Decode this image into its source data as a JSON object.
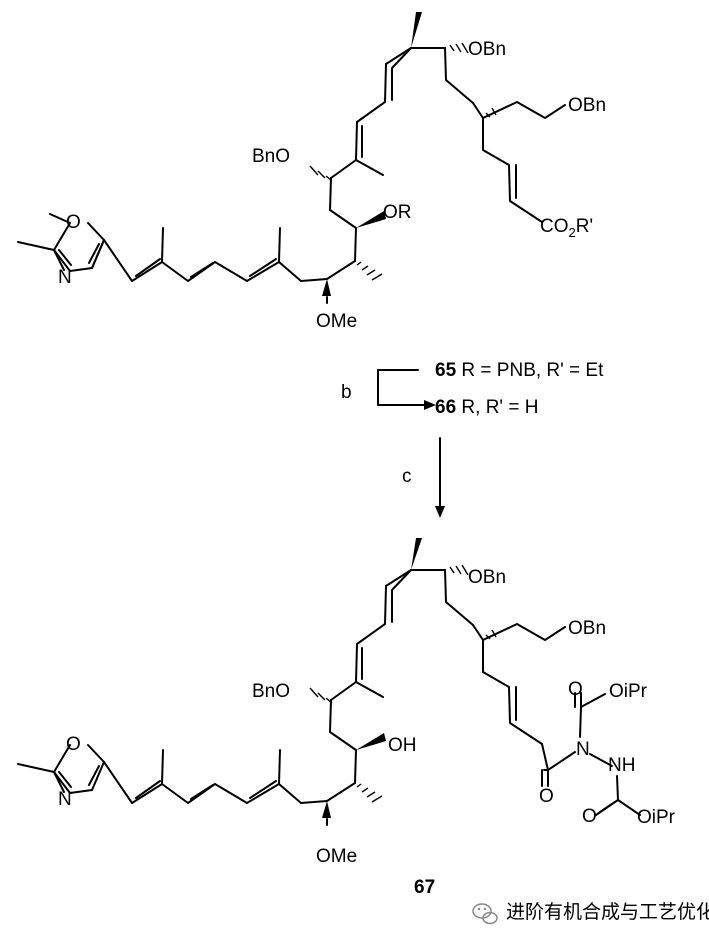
{
  "upper_structure": {
    "labels": {
      "obn_top": "OBn",
      "obn_side": "OBn",
      "bno": "BnO",
      "or": "OR",
      "co2": "CO",
      "co2_sub": "2",
      "co2_r": "R'",
      "ome": "OMe",
      "oxazole_o": "O",
      "oxazole_n": "N"
    }
  },
  "step1": {
    "reagent": "b",
    "compound_a": {
      "number": "65",
      "desc": " R = PNB, R' = Et"
    },
    "compound_b": {
      "number": "66",
      "desc": " R, R' = H"
    }
  },
  "step2": {
    "reagent": "c"
  },
  "lower_structure": {
    "labels": {
      "obn_top": "OBn",
      "obn_side": "OBn",
      "bno": "BnO",
      "oh": "OH",
      "ome": "OMe",
      "oxazole_o": "O",
      "oxazole_n": "N",
      "o_carbamate_top": "O",
      "oipr_top": "OiPr",
      "n_hydrazine": "N",
      "nh": "NH",
      "o_amide": "O",
      "o_carbamate_bottom": "O",
      "oipr_bottom": "OiPr"
    },
    "compound_number": "67"
  },
  "watermark": {
    "icon": "wechat-icon",
    "text": "进阶有机合成与工艺优化"
  }
}
